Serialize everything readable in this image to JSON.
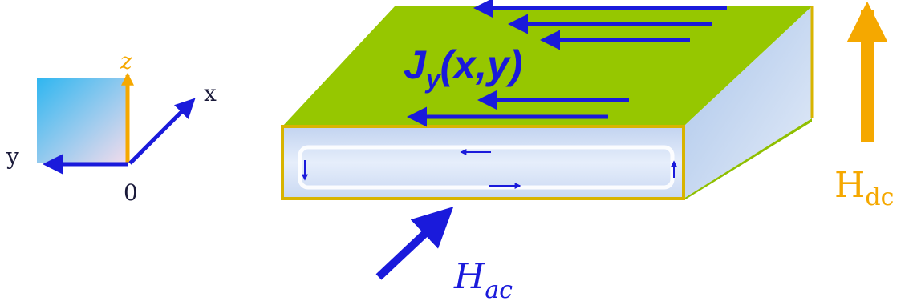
{
  "axes": {
    "x_label": "x",
    "y_label": "y",
    "z_label": "z",
    "origin_label": "0"
  },
  "current_label": {
    "main": "J",
    "subscript": "y",
    "args": "(x,y)"
  },
  "field_ac": {
    "main": "H",
    "subscript": "ac"
  },
  "field_dc": {
    "main": "H",
    "subscript": "dc"
  },
  "colors": {
    "arrow_blue": "#1a1adb",
    "field_orange": "#f5a800",
    "slab_top": "#96c700",
    "slab_front": "#c9d8f2",
    "slab_side": "#a9c4ea",
    "slab_edge": "#d8b400",
    "cube_left": "#2fb6f0",
    "cube_right": "#f0d6e8"
  }
}
